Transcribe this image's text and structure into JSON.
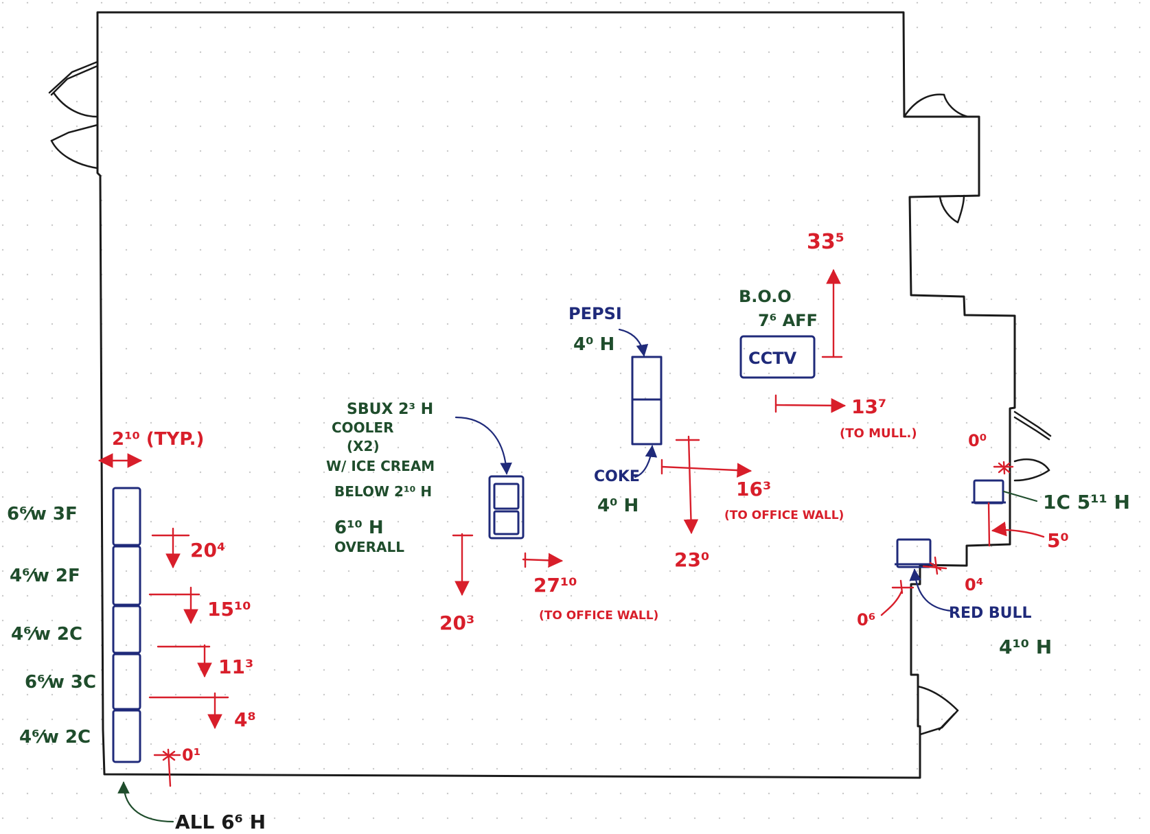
{
  "dims": {
    "d_2_10_typ": "2¹⁰ (TYP.)",
    "d_20_4": "20⁴",
    "d_15_10": "15¹⁰",
    "d_11_3": "11³",
    "d_4_8": "4⁸",
    "d_0_1": "0¹",
    "d_20_3": "20³",
    "d_27_10": "27¹⁰",
    "d_27_10_note": "(TO OFFICE WALL)",
    "d_23_0": "23⁰",
    "d_16_3": "16³",
    "d_16_3_note": "(TO OFFICE WALL)",
    "d_33_5": "33⁵",
    "d_13_7": "13⁷",
    "d_13_7_note": "(TO MULL.)",
    "d_0_0": "0⁰",
    "d_5_0": "5⁰",
    "d_0_4": "0⁴",
    "d_0_6": "0⁶"
  },
  "shelves": {
    "s1": "6⁶⁄w 3F",
    "s2": "4⁶⁄w 2F",
    "s3": "4⁶⁄w 2C",
    "s4": "6⁶⁄w 3C",
    "s5": "4⁶⁄w 2C",
    "all_height": "ALL 6⁶ H"
  },
  "fixtures": {
    "cooler_l1": "SBUX 2³ H",
    "cooler_l2": "COOLER",
    "cooler_l3": "(X2)",
    "cooler_l4": "W/ ICE CREAM",
    "cooler_l5": "BELOW 2¹⁰ H",
    "cooler_l6": "6¹⁰ H",
    "cooler_l7": "OVERALL",
    "pepsi": "PEPSI",
    "pepsi_h": "4⁰ H",
    "coke": "COKE",
    "coke_h": "4⁰ H",
    "cctv": "CCTV",
    "boo_l1": "B.O.O",
    "boo_l2": "7⁶ AFF",
    "one_c": "1C 5¹¹ H",
    "red_bull": "RED BULL",
    "red_bull_h": "4¹⁰ H"
  }
}
